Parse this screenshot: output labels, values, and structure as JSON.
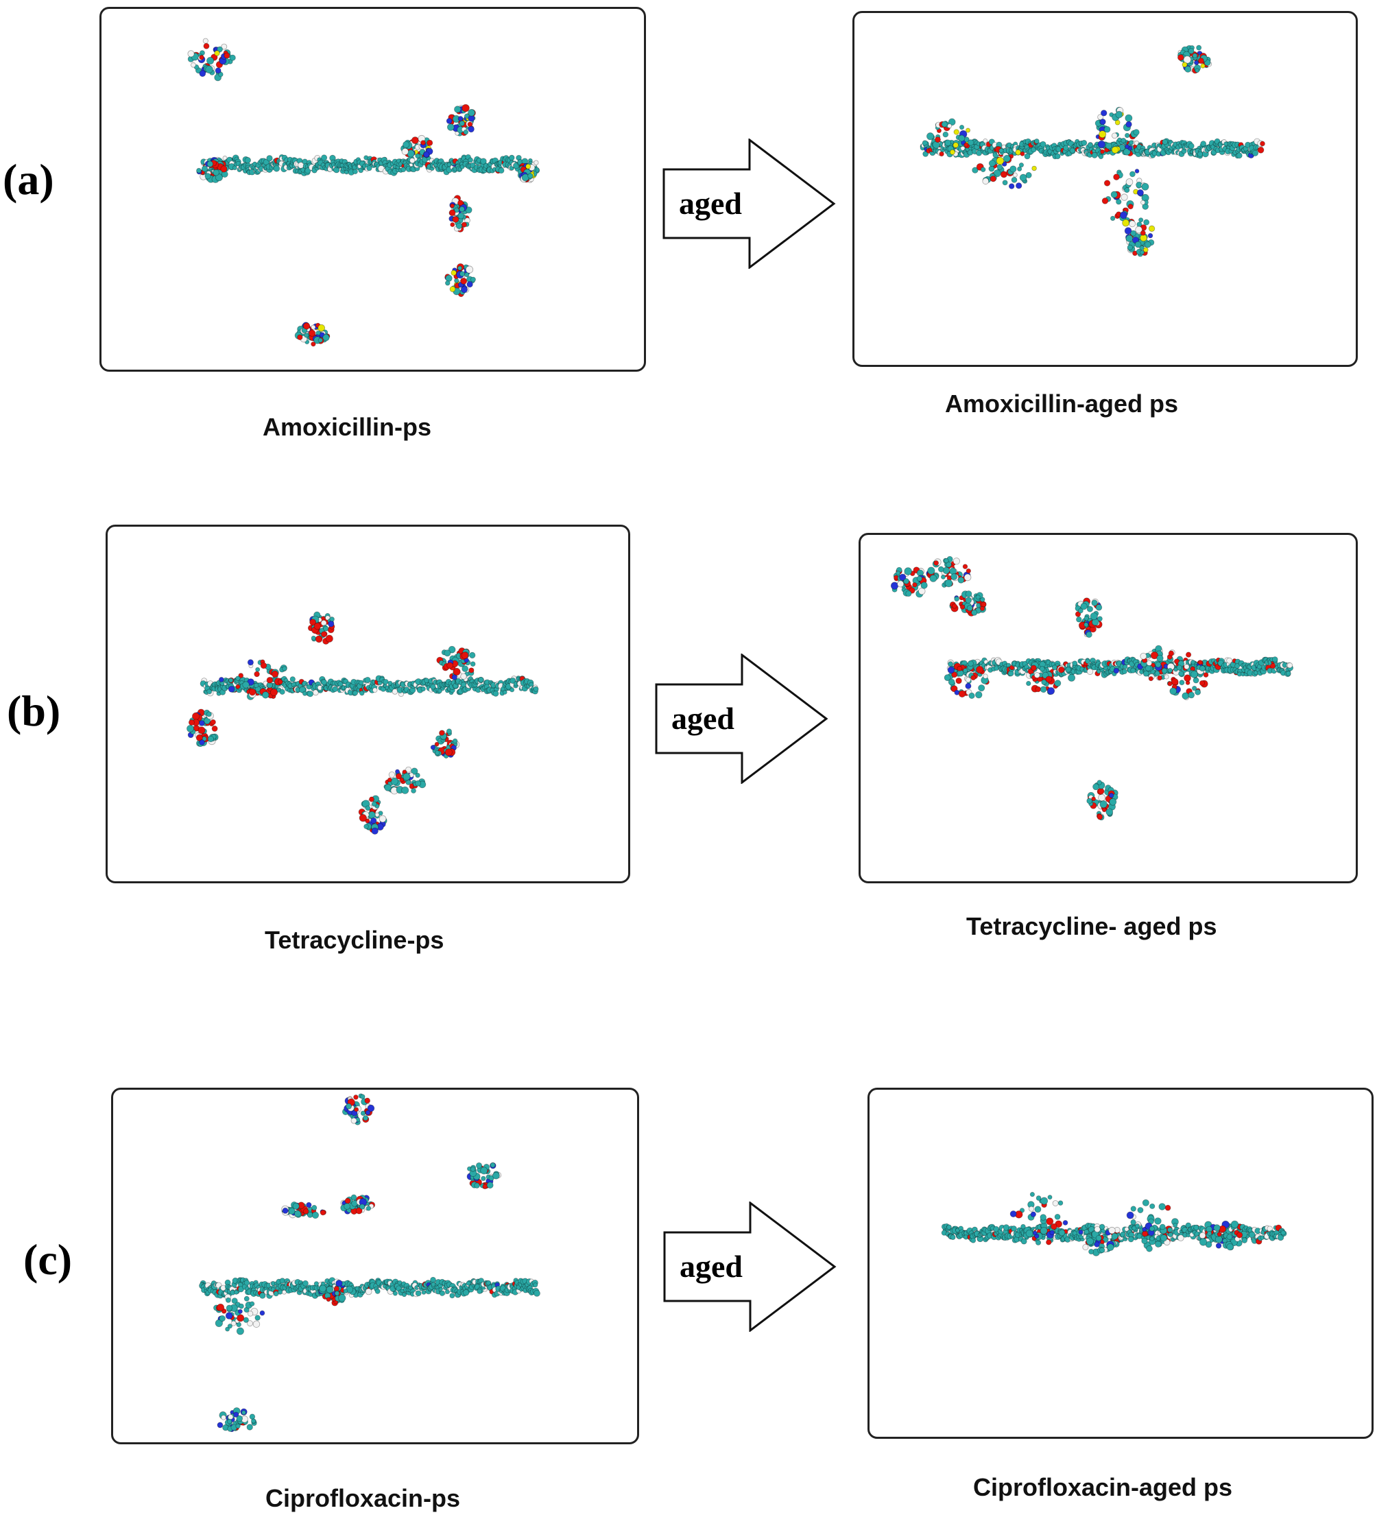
{
  "rows": [
    {
      "letter": "(a)",
      "before": "Amoxicillin-ps",
      "after": "Amoxicillin-aged ps",
      "arrow": "aged"
    },
    {
      "letter": "(b)",
      "before": "Tetracycline-ps",
      "after": "Tetracycline- aged ps",
      "arrow": "aged"
    },
    {
      "letter": "(c)",
      "before": "Ciprofloxacin-ps",
      "after": "Ciprofloxacin-aged ps",
      "arrow": "aged"
    }
  ],
  "colors": {
    "carbon": "#2aa9a6",
    "oxygen": "#e3120b",
    "nitrogen": "#2433d6",
    "sulfur": "#e6e600",
    "hydrogen": "#f2f2f2",
    "outline": "#222222"
  }
}
